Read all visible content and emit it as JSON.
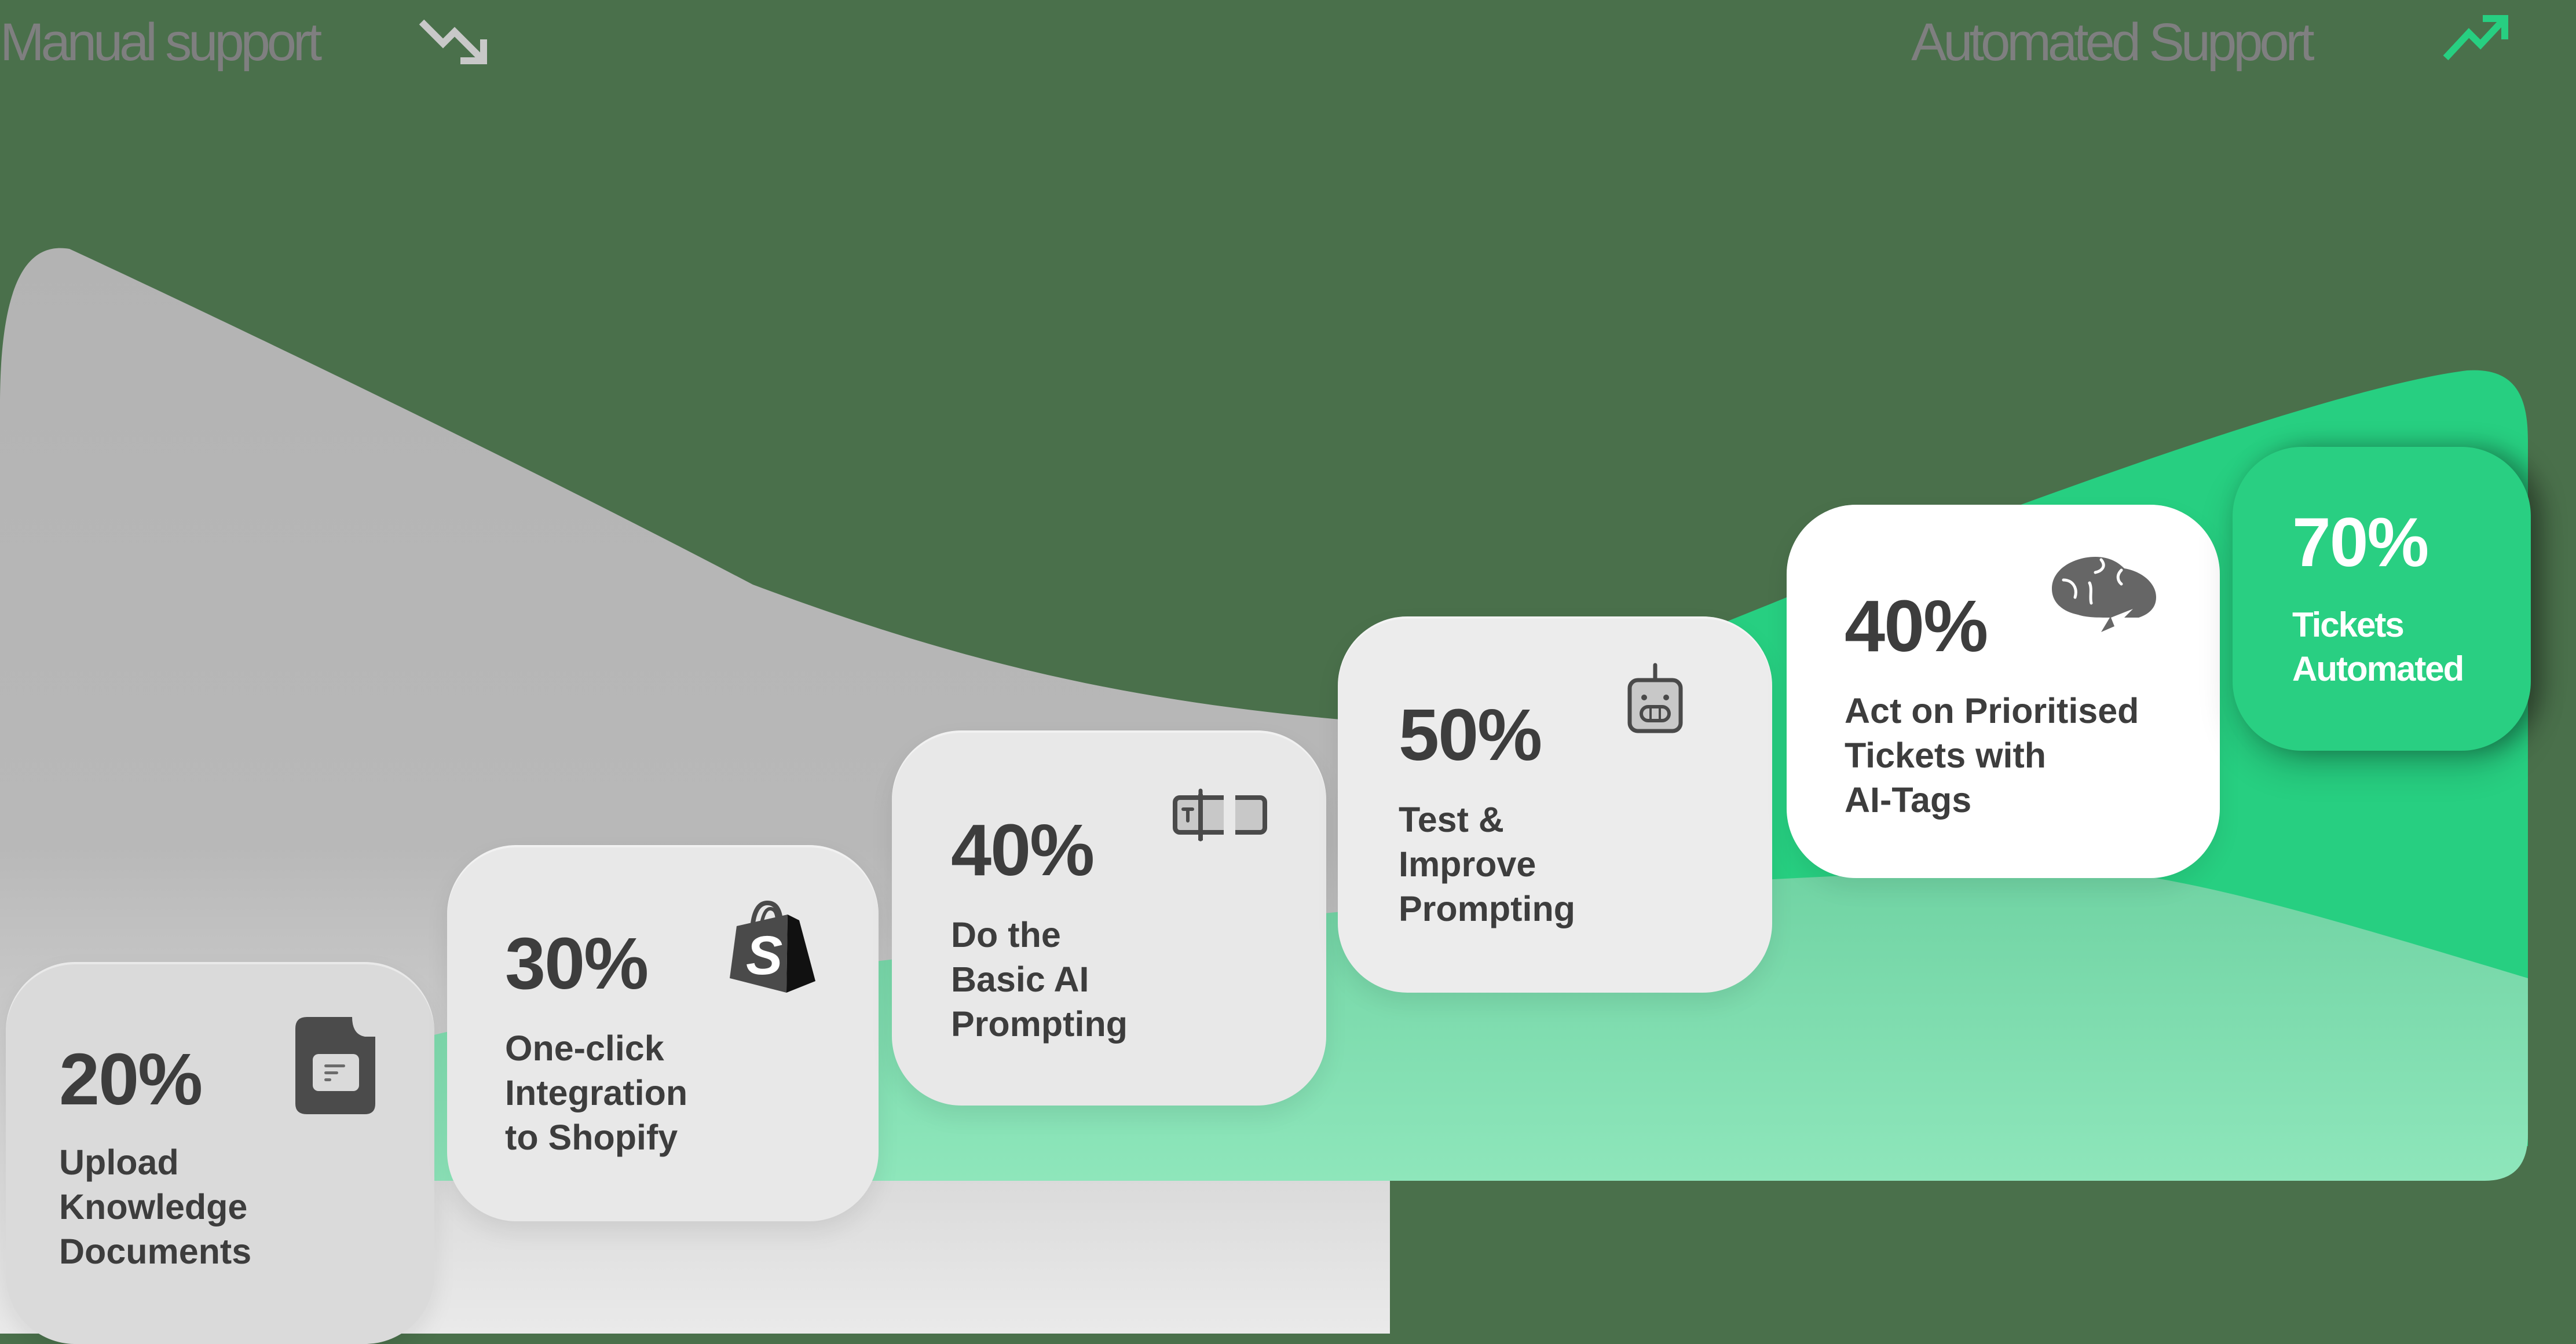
{
  "header": {
    "left_label": "Manual support",
    "right_label": "Automated Support",
    "left_icon": "trend-down-icon",
    "right_icon": "trend-up-icon"
  },
  "colors": {
    "background": "#4a704b",
    "manual_area_top": "#b2b2b2",
    "manual_area_bottom": "#e6e6e6",
    "automated_area": "#27cf81",
    "automated_area_light": "#8ce4b9",
    "card_gray": "#e9e9e9",
    "card_white": "#ffffff",
    "card_green": "#29cf82",
    "text_dark": "#3d3d3d",
    "text_muted": "#7f7f80",
    "trend_up": "#27cf81",
    "trend_down": "#c8c8c8"
  },
  "steps": [
    {
      "percent": "20%",
      "label": "Upload\nKnowledge\nDocuments",
      "icon": "document-icon"
    },
    {
      "percent": "30%",
      "label": "One-click\nIntegration\nto Shopify",
      "icon": "shopify-bag-icon"
    },
    {
      "percent": "40%",
      "label": "Do the\nBasic AI\nPrompting",
      "icon": "text-input-icon"
    },
    {
      "percent": "50%",
      "label": "Test &\nImprove\nPrompting",
      "icon": "robot-icon"
    },
    {
      "percent": "40%",
      "label": "Act on Prioritised\nTickets with\nAI-Tags",
      "icon": "brain-lightning-icon"
    },
    {
      "percent": "70%",
      "label": "Tickets\nAutomated",
      "icon": ""
    }
  ],
  "chart_data": {
    "type": "area",
    "title": "",
    "series": [
      {
        "name": "Manual support",
        "trend": "decreasing"
      },
      {
        "name": "Automated Support",
        "trend": "increasing"
      }
    ],
    "categories": [
      "Upload Knowledge Documents",
      "One-click Integration to Shopify",
      "Do the Basic AI Prompting",
      "Test & Improve Prompting",
      "Act on Prioritised Tickets with AI-Tags",
      "Tickets Automated"
    ],
    "values": [
      20,
      30,
      40,
      50,
      40,
      70
    ],
    "xlabel": "",
    "ylabel": "",
    "legend": [
      "Manual support",
      "Automated Support"
    ]
  }
}
